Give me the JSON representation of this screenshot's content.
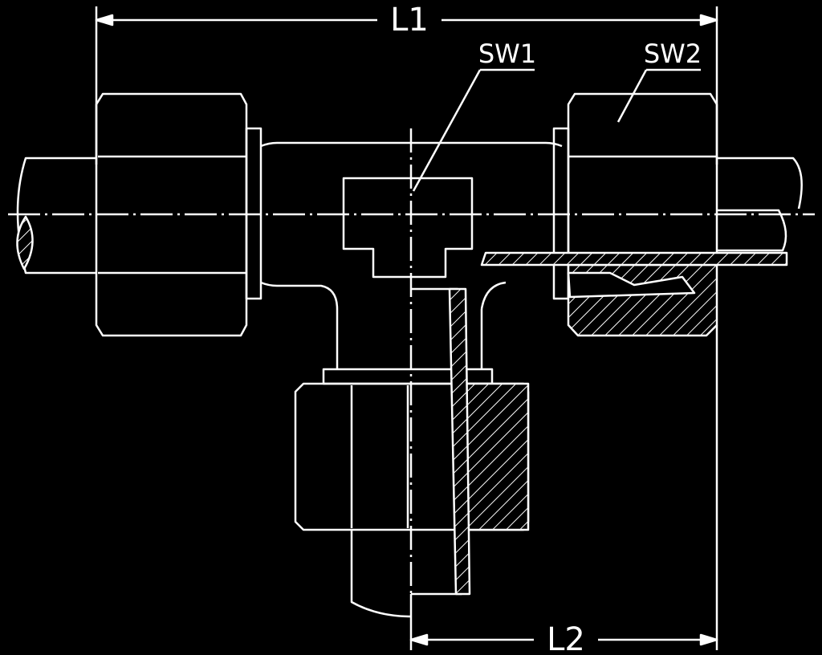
{
  "diagram": {
    "labels": {
      "L1": "L1",
      "L2": "L2",
      "SW1": "SW1",
      "SW2": "SW2"
    },
    "colors": {
      "background": "#000000",
      "line": "#ffffff"
    }
  }
}
